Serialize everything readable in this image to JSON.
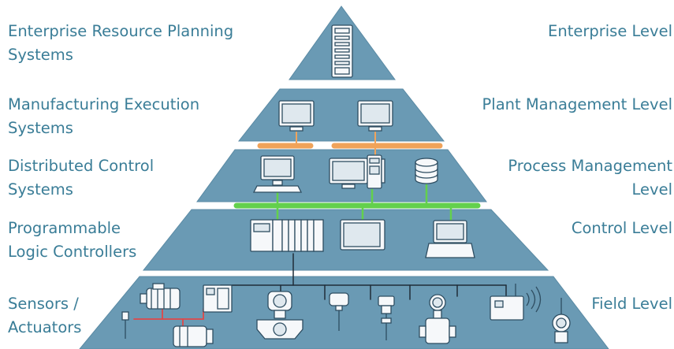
{
  "colors": {
    "tier": "#6a9ab4",
    "tier_stroke": "#5a8aa4",
    "label": "#3a7d97",
    "device_fill": "#f6f8fa",
    "device_stroke": "#2e4d61",
    "bus_orange": "#f0a35a",
    "bus_green": "#63d04c",
    "bus_red": "#e04848",
    "bus_dark": "#1f2d38"
  },
  "levels": [
    {
      "id": "enterprise",
      "left": "Enterprise Resource Planning\nSystems",
      "right": "Enterprise Level",
      "device_icons": [
        "server-rack-icon"
      ]
    },
    {
      "id": "plant",
      "left": "Manufacturing Execution\nSystems",
      "right": "Plant Management Level",
      "device_icons": [
        "monitor-icon",
        "monitor-icon"
      ]
    },
    {
      "id": "process",
      "left": "Distributed Control\nSystems",
      "right": "Process Management\nLevel",
      "device_icons": [
        "workstation-icon",
        "monitor-icon",
        "controller-tower-icon",
        "database-icon"
      ]
    },
    {
      "id": "control",
      "left": "Programmable\nLogic Controllers",
      "right": "Control Level",
      "device_icons": [
        "plc-rack-icon",
        "hmi-panel-icon",
        "laptop-icon"
      ]
    },
    {
      "id": "field",
      "left": "Sensors /\nActuators",
      "right": "Field Level",
      "device_icons": [
        "motor-icon",
        "servo-motor-icon",
        "drive-icon",
        "flowmeter-icon",
        "level-sensor-icon",
        "pressure-transmitter-icon",
        "flow-transmitter-icon",
        "wireless-gateway-icon",
        "temperature-sensor-icon"
      ]
    }
  ]
}
